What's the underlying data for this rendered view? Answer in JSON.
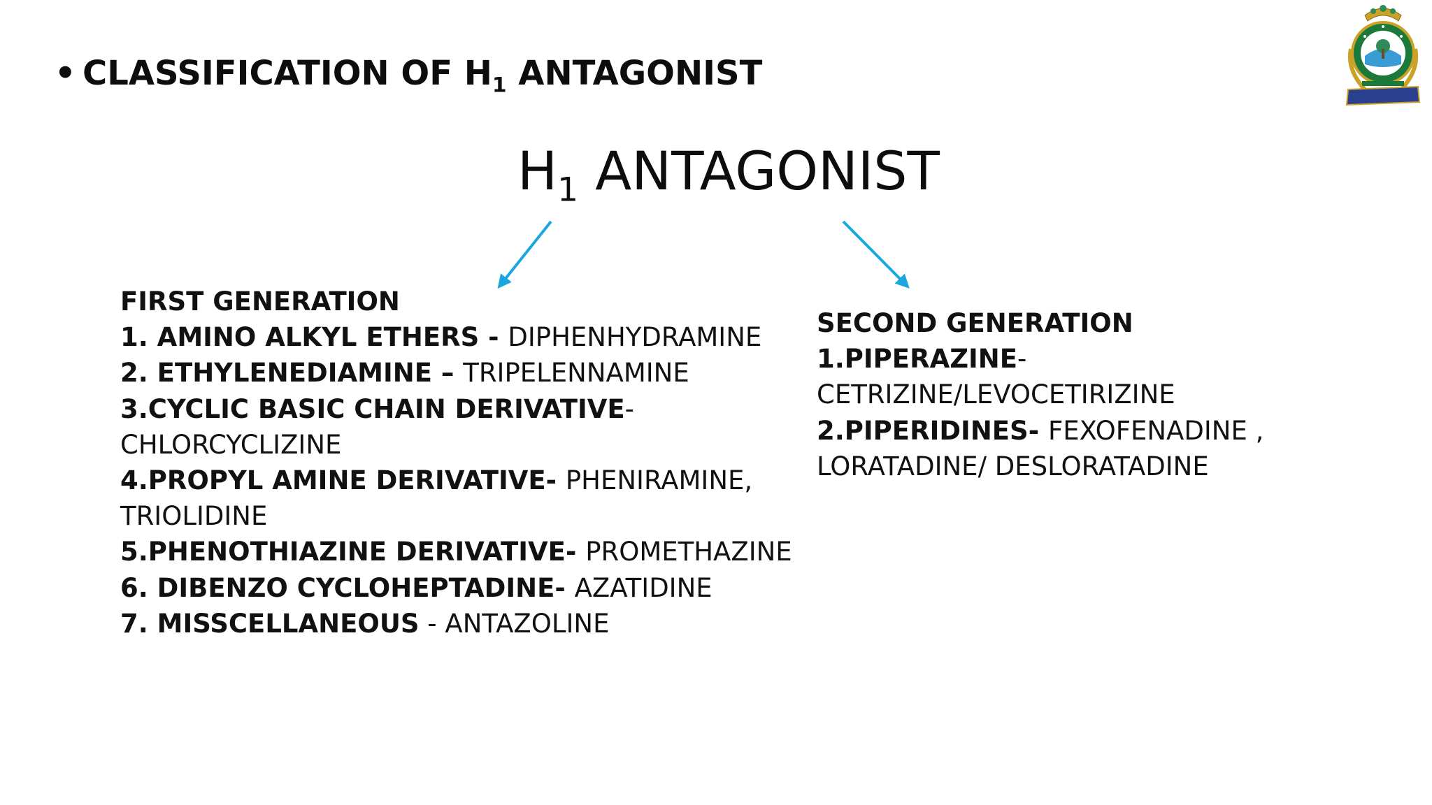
{
  "heading": {
    "bullet": "•",
    "text_before": "CLASSIFICATION OF H",
    "subscript": "1",
    "text_after": " ANTAGONIST"
  },
  "center_title": {
    "text_before": "H",
    "subscript": "1",
    "text_after": " ANTAGONIST"
  },
  "first_generation": {
    "title": "FIRST GENERATION",
    "items": [
      {
        "bold": "1. AMINO ALKYL ETHERS - ",
        "normal": "DIPHENHYDRAMINE"
      },
      {
        "bold": "2. ETHYLENEDIAMINE – ",
        "normal": "TRIPELENNAMINE"
      },
      {
        "bold": "3.CYCLIC BASIC CHAIN DERIVATIVE",
        "normal": "-",
        "continuation": "CHLORCYCLIZINE"
      },
      {
        "bold": "4.PROPYL AMINE DERIVATIVE- ",
        "normal": "PHENIRAMINE,",
        "continuation": "TRIOLIDINE"
      },
      {
        "bold": "5.PHENOTHIAZINE DERIVATIVE- ",
        "normal": "PROMETHAZINE"
      },
      {
        "bold": "6. DIBENZO CYCLOHEPTADINE- ",
        "normal": "AZATIDINE"
      },
      {
        "bold": "7. MISSCELLANEOUS",
        "normal": " - ANTAZOLINE"
      }
    ]
  },
  "second_generation": {
    "title": "SECOND GENERATION",
    "items": [
      {
        "bold": "1.PIPERAZINE",
        "normal": "-",
        "continuation": "CETRIZINE/LEVOCETIRIZINE"
      },
      {
        "bold": "2.PIPERIDINES- ",
        "normal": "FEXOFENADINE ,",
        "continuation": "LORATADINE/ DESLORATADINE"
      }
    ]
  },
  "colors": {
    "arrow": "#1aa7e0",
    "text": "#111111",
    "logo_ring": "#1b7a3a",
    "logo_gold": "#c9a227",
    "logo_banner": "#2a3f8f"
  },
  "logo": {
    "icon": "institution-emblem-icon"
  }
}
